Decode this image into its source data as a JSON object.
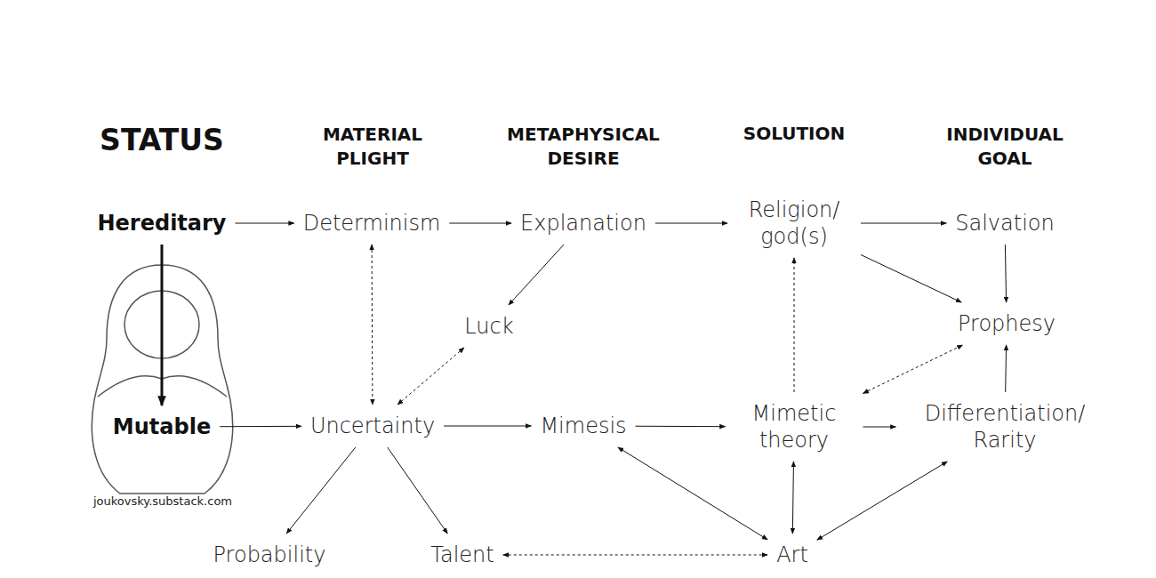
{
  "diagram": {
    "nodes": [
      {
        "text": [
          "Hereditary"
        ]
      },
      {
        "text": [
          "Determinism"
        ]
      },
      {
        "text": [
          "Explanation"
        ]
      },
      {
        "text": [
          "Religion/ god(s)"
        ]
      },
      {
        "text": [
          "Salvation"
        ]
      },
      {
        "text": [
          "Luck"
        ]
      },
      {
        "text": [
          "Prophesy"
        ]
      },
      {
        "text": [
          "Mutable"
        ]
      },
      {
        "text": [
          "Uncertainty"
        ]
      },
      {
        "text": [
          "Mimesis"
        ]
      },
      {
        "text": [
          "Mimetic theory"
        ]
      },
      {
        "text": [
          "Differentiation/ Rarity"
        ]
      },
      {
        "text": [
          "Probability"
        ]
      },
      {
        "text": [
          "Talent"
        ]
      },
      {
        "text": [
          "Art"
        ]
      }
    ],
    "edges": [
      {
        "from": 0,
        "to": 1,
        "arrow": "to"
      },
      {
        "from": 1,
        "to": 2,
        "arrow": "to"
      },
      {
        "from": 2,
        "to": 3,
        "arrow": "to"
      },
      {
        "from": 3,
        "to": 4,
        "arrow": "to"
      },
      {
        "from": 0,
        "to": 7,
        "arrow": "to"
      },
      {
        "from": 1,
        "to": 8,
        "arrow": "both"
      },
      {
        "from": 2,
        "to": 5,
        "arrow": "to"
      },
      {
        "from": 5,
        "to": 8,
        "arrow": "both"
      },
      {
        "from": 3,
        "to": 6,
        "arrow": "to"
      },
      {
        "from": 4,
        "to": 6,
        "arrow": "to"
      },
      {
        "from": 7,
        "to": 8,
        "arrow": "to"
      },
      {
        "from": 8,
        "to": 9,
        "arrow": "to"
      },
      {
        "from": 9,
        "to": 10,
        "arrow": "to"
      },
      {
        "from": 10,
        "to": 11,
        "arrow": "to"
      },
      {
        "from": 10,
        "to": 3,
        "arrow": "to"
      },
      {
        "from": 10,
        "to": 6,
        "arrow": "both"
      },
      {
        "from": 11,
        "to": 6,
        "arrow": "to"
      },
      {
        "from": 8,
        "to": 12,
        "arrow": "to"
      },
      {
        "from": 8,
        "to": 13,
        "arrow": "to"
      },
      {
        "from": 13,
        "to": 14,
        "arrow": "both"
      },
      {
        "from": 14,
        "to": 10,
        "arrow": "both"
      },
      {
        "from": 14,
        "to": 9,
        "arrow": "both"
      },
      {
        "from": 14,
        "to": 11,
        "arrow": "both"
      }
    ],
    "labels": [
      "STATUS",
      "MATERIAL PLIGHT",
      "METAPHYSICAL DESIRE",
      "SOLUTION",
      "INDIVIDUAL GOAL",
      "joukovsky.substack.com"
    ]
  }
}
